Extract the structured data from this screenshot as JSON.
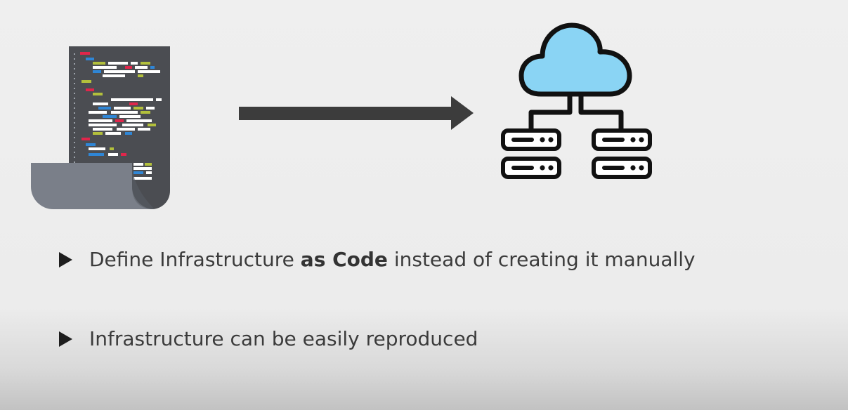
{
  "colors": {
    "background": "#efefef",
    "document_dark": "#4b4d52",
    "document_fold": "#7a7f89",
    "code_white": "#ffffff",
    "code_red": "#e0264b",
    "code_blue": "#2f86d6",
    "code_yellow": "#b3c03c",
    "arrow": "#3c3c3c",
    "cloud_fill": "#8ad4f4",
    "outline": "#111111",
    "text": "#3b3b3b"
  },
  "icons": {
    "code_document": "code-document-icon",
    "arrow": "right-arrow-icon",
    "cloud": "cloud-icon",
    "servers": "server-rack-icon"
  },
  "bullets": [
    {
      "before": "Define Infrastructure ",
      "bold": "as Code",
      "after": " instead of creating it manually"
    },
    {
      "before": "Infrastructure can be easily reproduced",
      "bold": "",
      "after": ""
    }
  ]
}
